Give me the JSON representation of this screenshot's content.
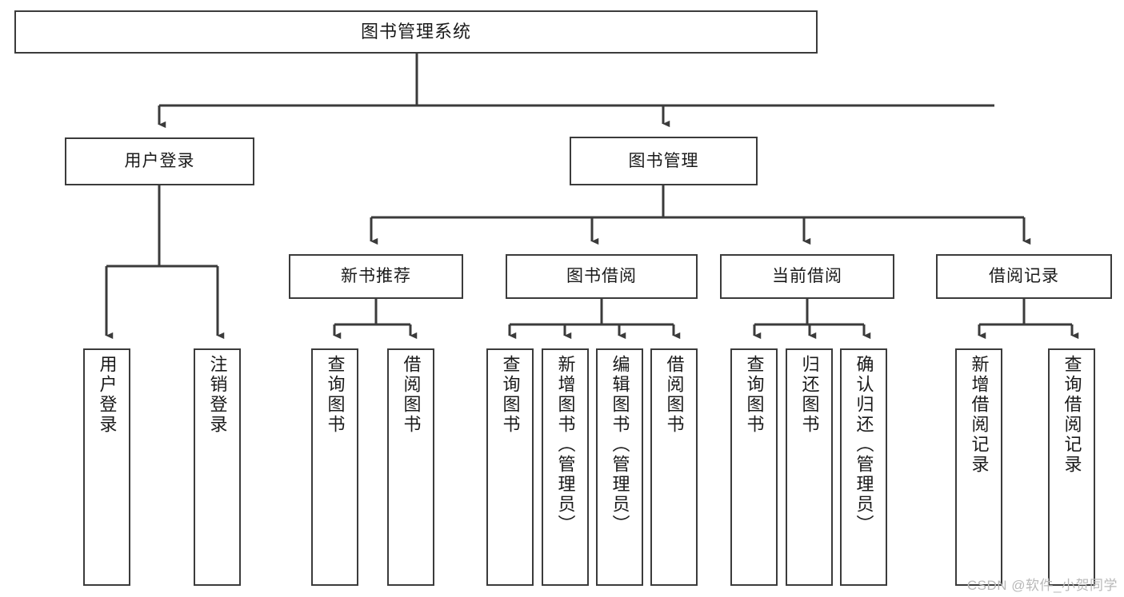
{
  "diagram": {
    "title_text": "图书管理系统",
    "type": "tree",
    "orientation": "top-down",
    "colors": {
      "box_border": "#3b3b3b",
      "box_fill": "#ffffff",
      "connector": "#3b3b3b",
      "text": "#1a1a1a",
      "watermark": "#b9b9b9",
      "canvas": "#ffffff"
    },
    "root": {
      "id": "root",
      "label": "图书管理系统"
    },
    "level1": [
      {
        "id": "user-login",
        "label": "用户登录"
      },
      {
        "id": "book-manage",
        "label": "图书管理"
      }
    ],
    "level2": [
      {
        "id": "new-book-rec",
        "label": "新书推荐",
        "parent": "book-manage"
      },
      {
        "id": "book-borrow",
        "label": "图书借阅",
        "parent": "book-manage"
      },
      {
        "id": "current-borrow",
        "label": "当前借阅",
        "parent": "book-manage"
      },
      {
        "id": "borrow-record",
        "label": "借阅记录",
        "parent": "book-manage"
      }
    ],
    "leaves": [
      {
        "id": "leaf-user-login",
        "label": "用户登录",
        "parent": "user-login"
      },
      {
        "id": "leaf-logout",
        "label": "注销登录",
        "parent": "user-login"
      },
      {
        "id": "leaf-query-book-1",
        "label": "查询图书",
        "parent": "new-book-rec"
      },
      {
        "id": "leaf-borrow-book-1",
        "label": "借阅图书",
        "parent": "new-book-rec"
      },
      {
        "id": "leaf-query-book-2",
        "label": "查询图书",
        "parent": "book-borrow"
      },
      {
        "id": "leaf-add-book",
        "label": "新增图书（管理员）",
        "parent": "book-borrow"
      },
      {
        "id": "leaf-edit-book",
        "label": "编辑图书（管理员）",
        "parent": "book-borrow"
      },
      {
        "id": "leaf-borrow-book-2",
        "label": "借阅图书",
        "parent": "book-borrow"
      },
      {
        "id": "leaf-query-book-3",
        "label": "查询图书",
        "parent": "current-borrow"
      },
      {
        "id": "leaf-return-book",
        "label": "归还图书",
        "parent": "current-borrow"
      },
      {
        "id": "leaf-confirm-return",
        "label": "确认归还（管理员）",
        "parent": "current-borrow"
      },
      {
        "id": "leaf-add-record",
        "label": "新增借阅记录",
        "parent": "borrow-record"
      },
      {
        "id": "leaf-query-record",
        "label": "查询借阅记录",
        "parent": "borrow-record"
      }
    ],
    "watermark": "CSDN @软件_小贺同学"
  }
}
